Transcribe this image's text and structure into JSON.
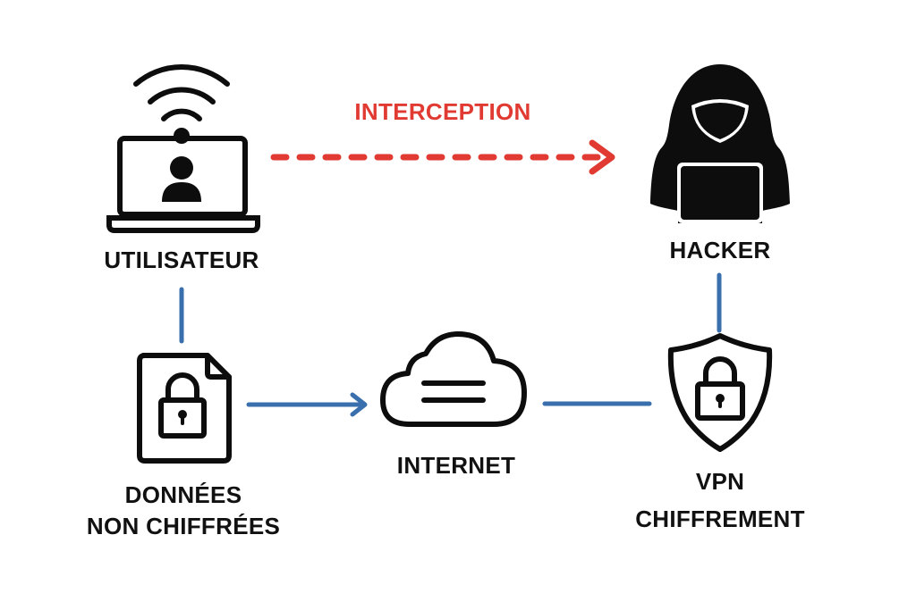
{
  "colors": {
    "interception": "#e03a32",
    "flow": "#3a6fae",
    "icon": "#0d0d0d"
  },
  "nodes": {
    "user": {
      "label": "UTILISATEUR",
      "icon": "laptop-user-wifi-icon"
    },
    "hacker": {
      "label": "HACKER",
      "icon": "hooded-hacker-icon"
    },
    "data": {
      "label_line1": "DONNÉES",
      "label_line2": "NON CHIFFRÉES",
      "icon": "locked-file-icon"
    },
    "internet": {
      "label": "INTERNET",
      "icon": "cloud-icon"
    },
    "vpn": {
      "label_line1": "VPN",
      "label_line2": "CHIFFREMENT",
      "icon": "shield-lock-icon"
    }
  },
  "edges": {
    "interception": {
      "label": "INTERCEPTION",
      "from": "user",
      "to": "hacker",
      "style": "dashed-arrow"
    },
    "user_to_data": {
      "from": "user",
      "to": "data",
      "style": "line"
    },
    "data_to_internet": {
      "from": "data",
      "to": "internet",
      "style": "arrow"
    },
    "internet_to_vpn": {
      "from": "internet",
      "to": "vpn",
      "style": "line"
    },
    "vpn_to_hacker": {
      "from": "vpn",
      "to": "hacker",
      "style": "line"
    }
  }
}
